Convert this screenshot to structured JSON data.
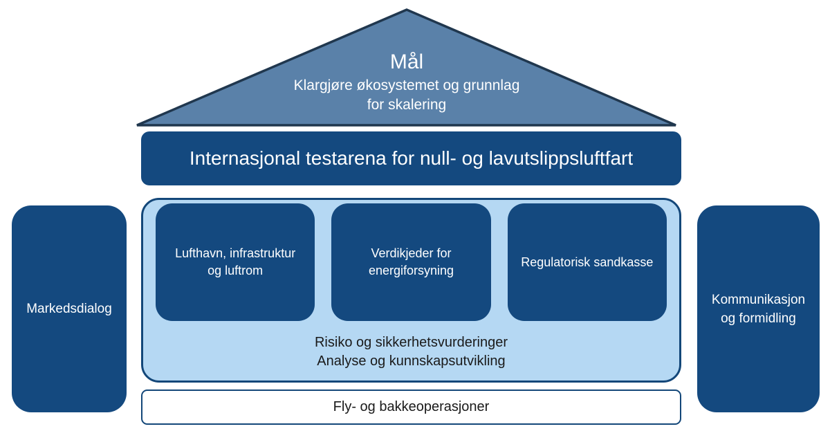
{
  "colors": {
    "dark_blue": "#14497F",
    "roof_fill": "#5A81A9",
    "roof_border": "#20374E",
    "panel_fill": "#B5D8F3",
    "panel_border": "#134779",
    "text_light": "#FFFFFF",
    "text_dark": "#1A1A1A"
  },
  "roof": {
    "title": "Mål",
    "subtitle": "Klargjøre økosystemet og grunnlag\nfor skalering"
  },
  "banner": {
    "label": "Internasjonal testarena for null- og lavutslippsluftfart"
  },
  "pillars": {
    "left": "Markedsdialog",
    "right": "Kommunikasjon\nog formidling"
  },
  "panel": {
    "boxes": [
      "Lufthavn, infrastruktur\nog luftrom",
      "Verdikjeder for\nenergiforsyning",
      "Regulatorisk sandkasse"
    ],
    "footer": "Risiko og sikkerhetsvurderinger\nAnalyse og kunnskapsutvikling"
  },
  "base": {
    "label": "Fly- og bakkeoperasjoner"
  }
}
